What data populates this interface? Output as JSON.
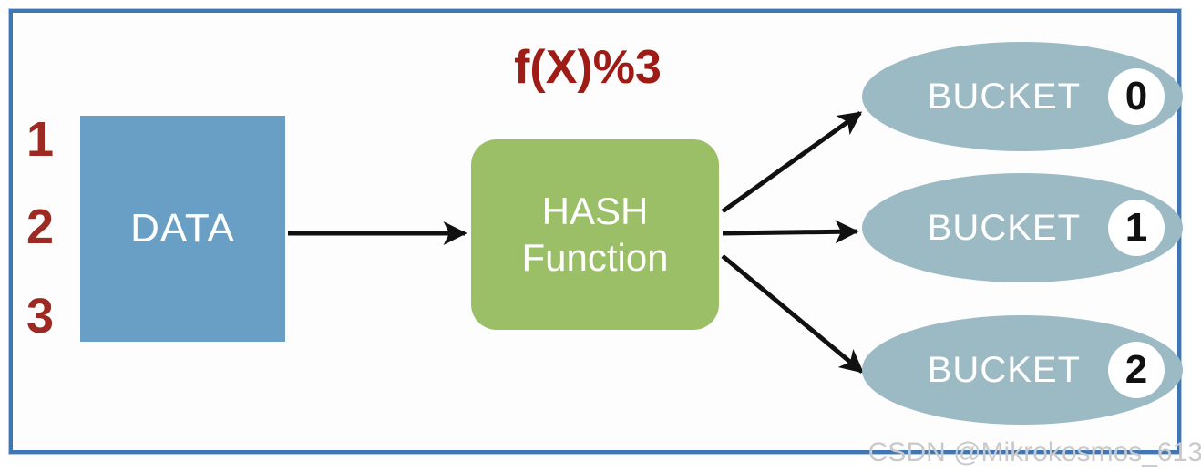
{
  "diagram": {
    "formula": "f(X)%3",
    "data_items": [
      "1",
      "2",
      "3"
    ],
    "data_box_label": "DATA",
    "hash_box_label_line1": "HASH",
    "hash_box_label_line2": "Function",
    "buckets": [
      {
        "label": "BUCKET",
        "number": "0"
      },
      {
        "label": "BUCKET",
        "number": "1"
      },
      {
        "label": "BUCKET",
        "number": "2"
      }
    ],
    "watermark": "CSDN @Mikrokosmos_613",
    "colors": {
      "data_box": "#699fc4",
      "hash_box": "#9abf66",
      "bucket_ellipse": "#9bbac4",
      "formula_text": "#9e1c15",
      "item_number_text": "#9c2a23",
      "frame_border": "#4076b4",
      "arrow": "#111111",
      "watermark_text": "#c9c9cc",
      "box_text": "#ffffff",
      "bucket_number_text": "#111111",
      "background": "#fdfdfd"
    }
  }
}
